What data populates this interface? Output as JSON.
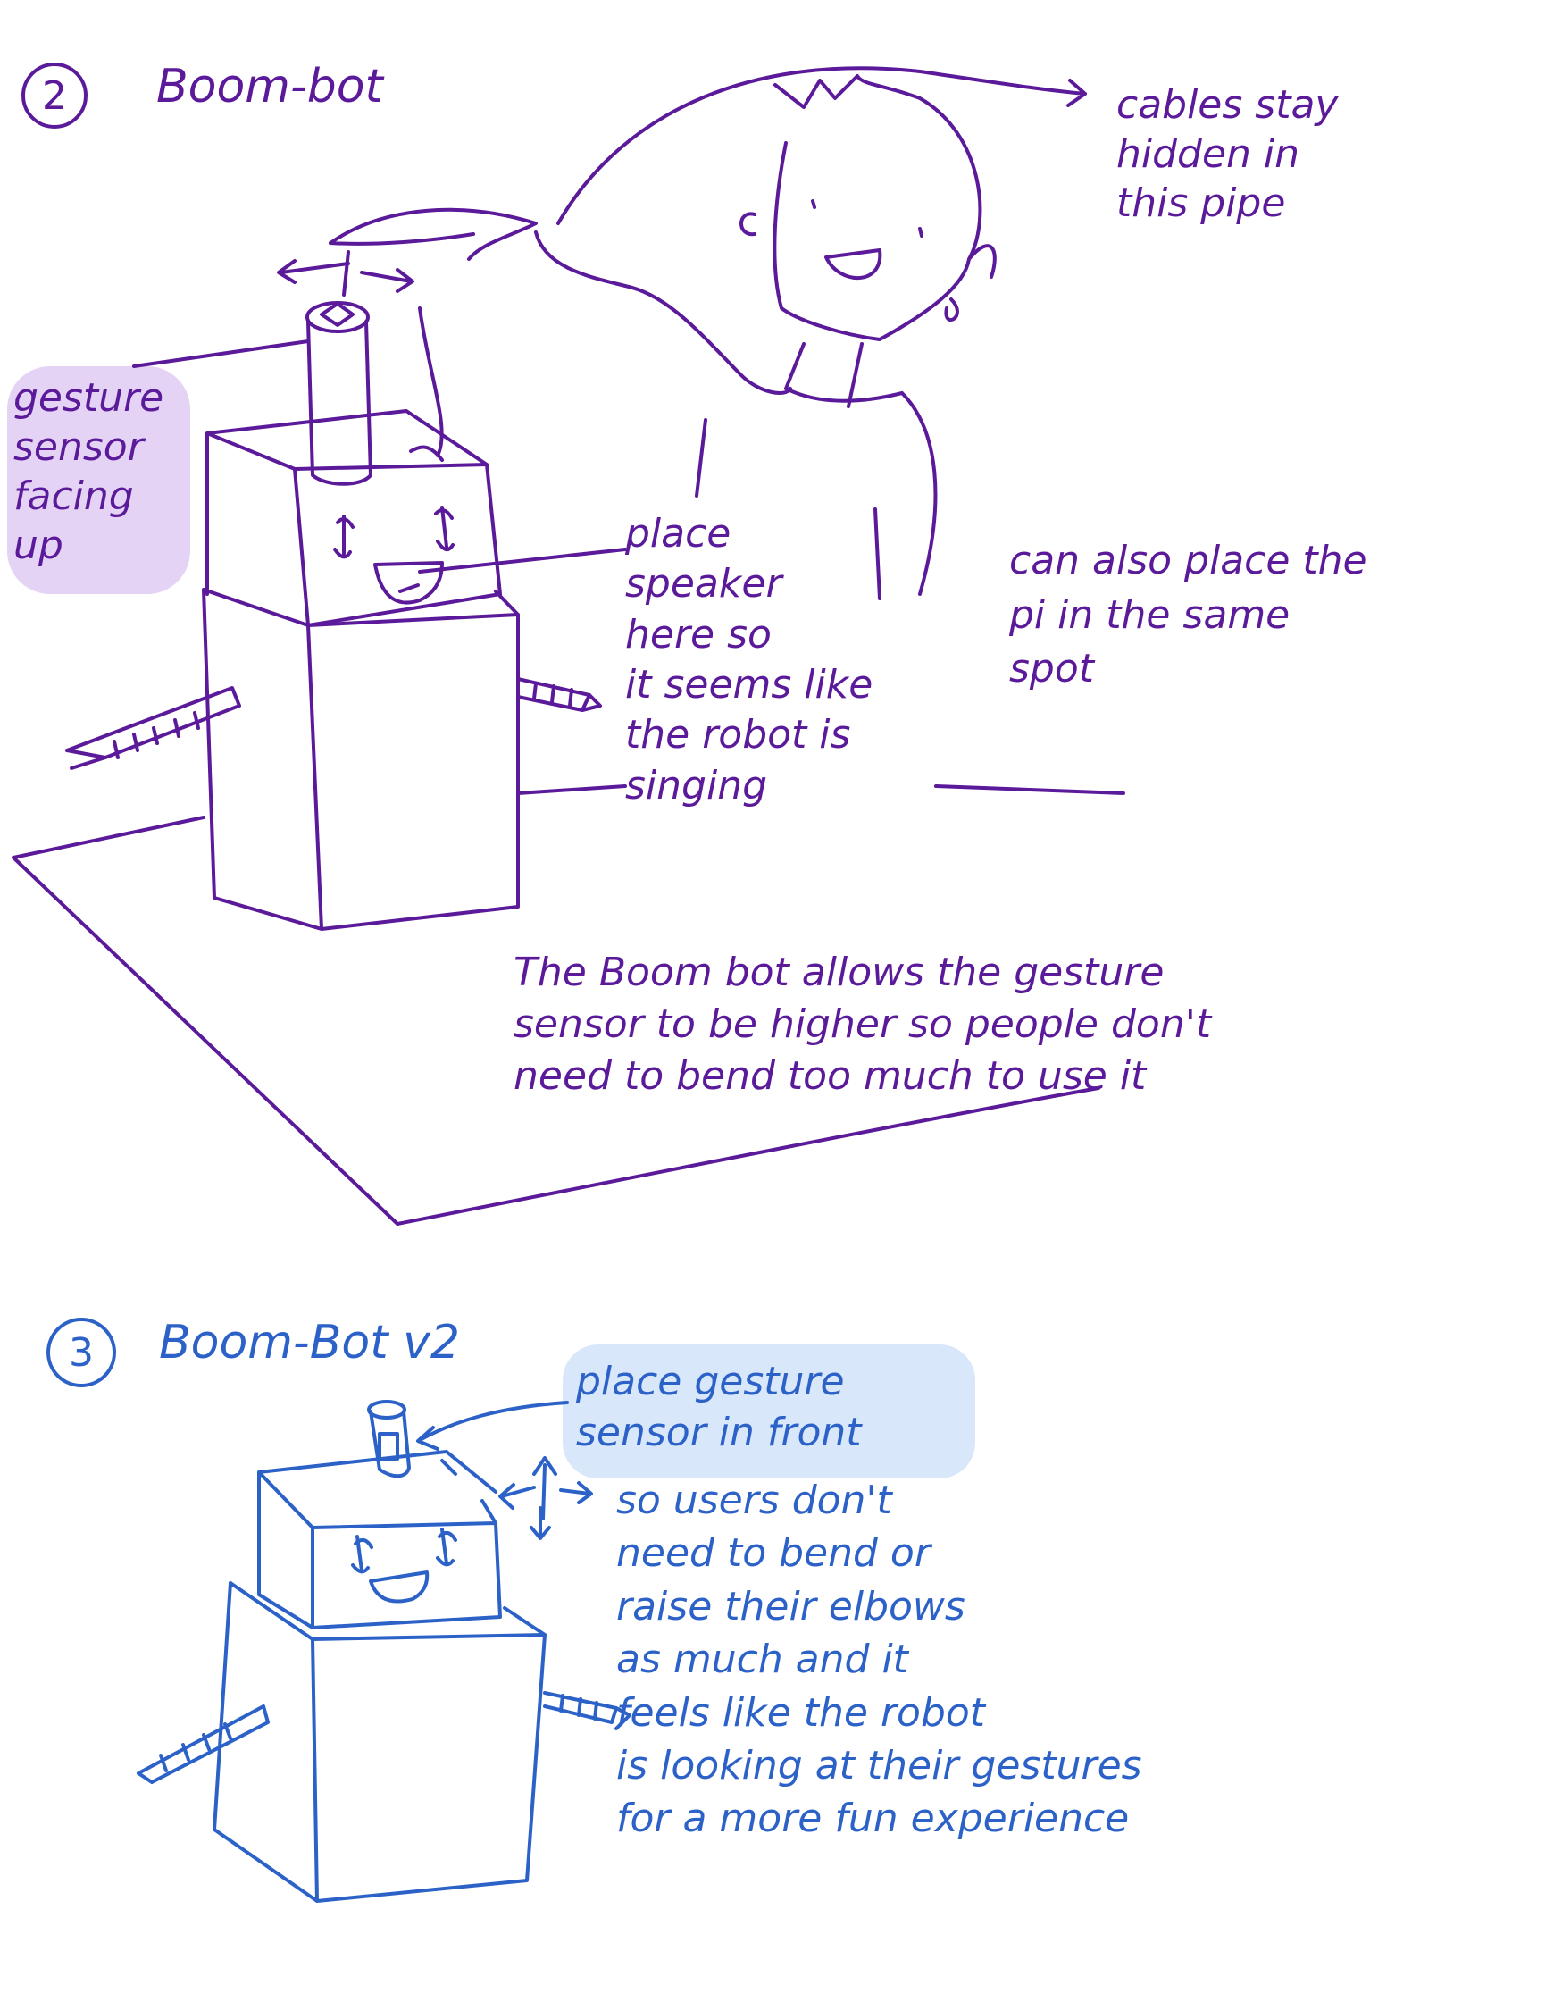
{
  "colors": {
    "section2_ink": "#5a1a9a",
    "section3_ink": "#2c62c8",
    "highlight_purple": "#e4d3f5",
    "highlight_blue": "#d8e7fa"
  },
  "section2": {
    "number": "2",
    "title": "Boom-bot",
    "gesture_sensor_note": "gesture\nsensor\nfacing\nup",
    "cables_note": "cables stay\nhidden in\nthis pipe",
    "speaker_note": "place\nspeaker\nhere so\nit seems like\nthe robot is\nsinging",
    "pi_note": "can also place the\npi in the same\nspot",
    "summary": "The Boom bot allows the gesture\nsensor to be higher so people don't\nneed to bend too much to use it"
  },
  "section3": {
    "number": "3",
    "title": "Boom-Bot v2",
    "gesture_front_note": "place gesture\nsensor in front",
    "explanation": "so users don't\nneed to bend or\nraise their elbows\nas much and it\nfeels like the robot\nis looking at their gestures\nfor a more fun experience"
  }
}
